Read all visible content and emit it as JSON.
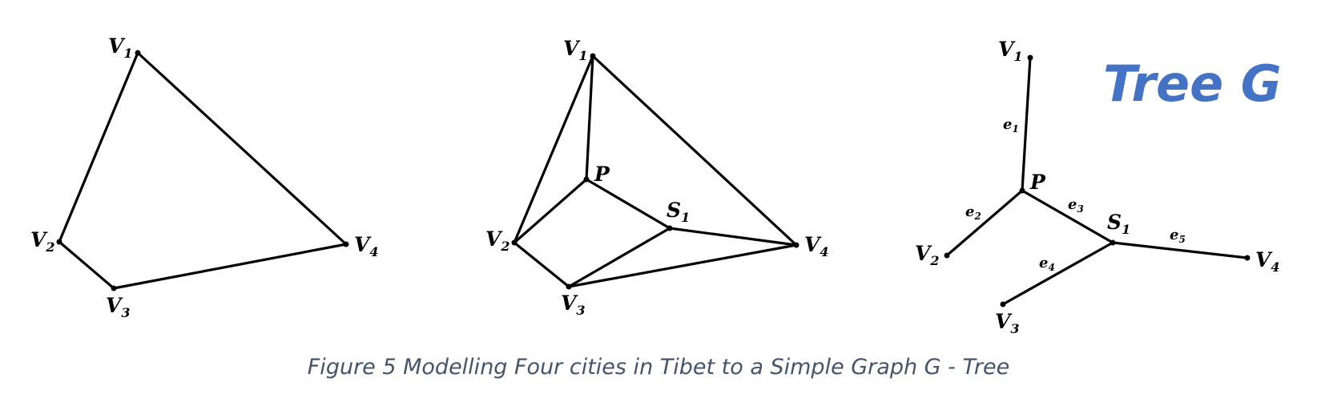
{
  "colors": {
    "edge": "#000000",
    "title": "#4472C4",
    "caption": "#44546A"
  },
  "labels": {
    "v1": {
      "main": "V",
      "sub": "1"
    },
    "v2": {
      "main": "V",
      "sub": "2"
    },
    "v3": {
      "main": "V",
      "sub": "3"
    },
    "v4": {
      "main": "V",
      "sub": "4"
    },
    "p": {
      "main": "P",
      "sub": ""
    },
    "s1": {
      "main": "S",
      "sub": "1"
    },
    "e1": {
      "main": "e",
      "sub": "1"
    },
    "e2": {
      "main": "e",
      "sub": "2"
    },
    "e3": {
      "main": "e",
      "sub": "3"
    },
    "e4": {
      "main": "e",
      "sub": "4"
    },
    "e5": {
      "main": "e",
      "sub": "5"
    }
  },
  "tree_title": "Tree G",
  "caption": "Figure 5 Modelling Four cities in Tibet to a Simple Graph G - Tree"
}
